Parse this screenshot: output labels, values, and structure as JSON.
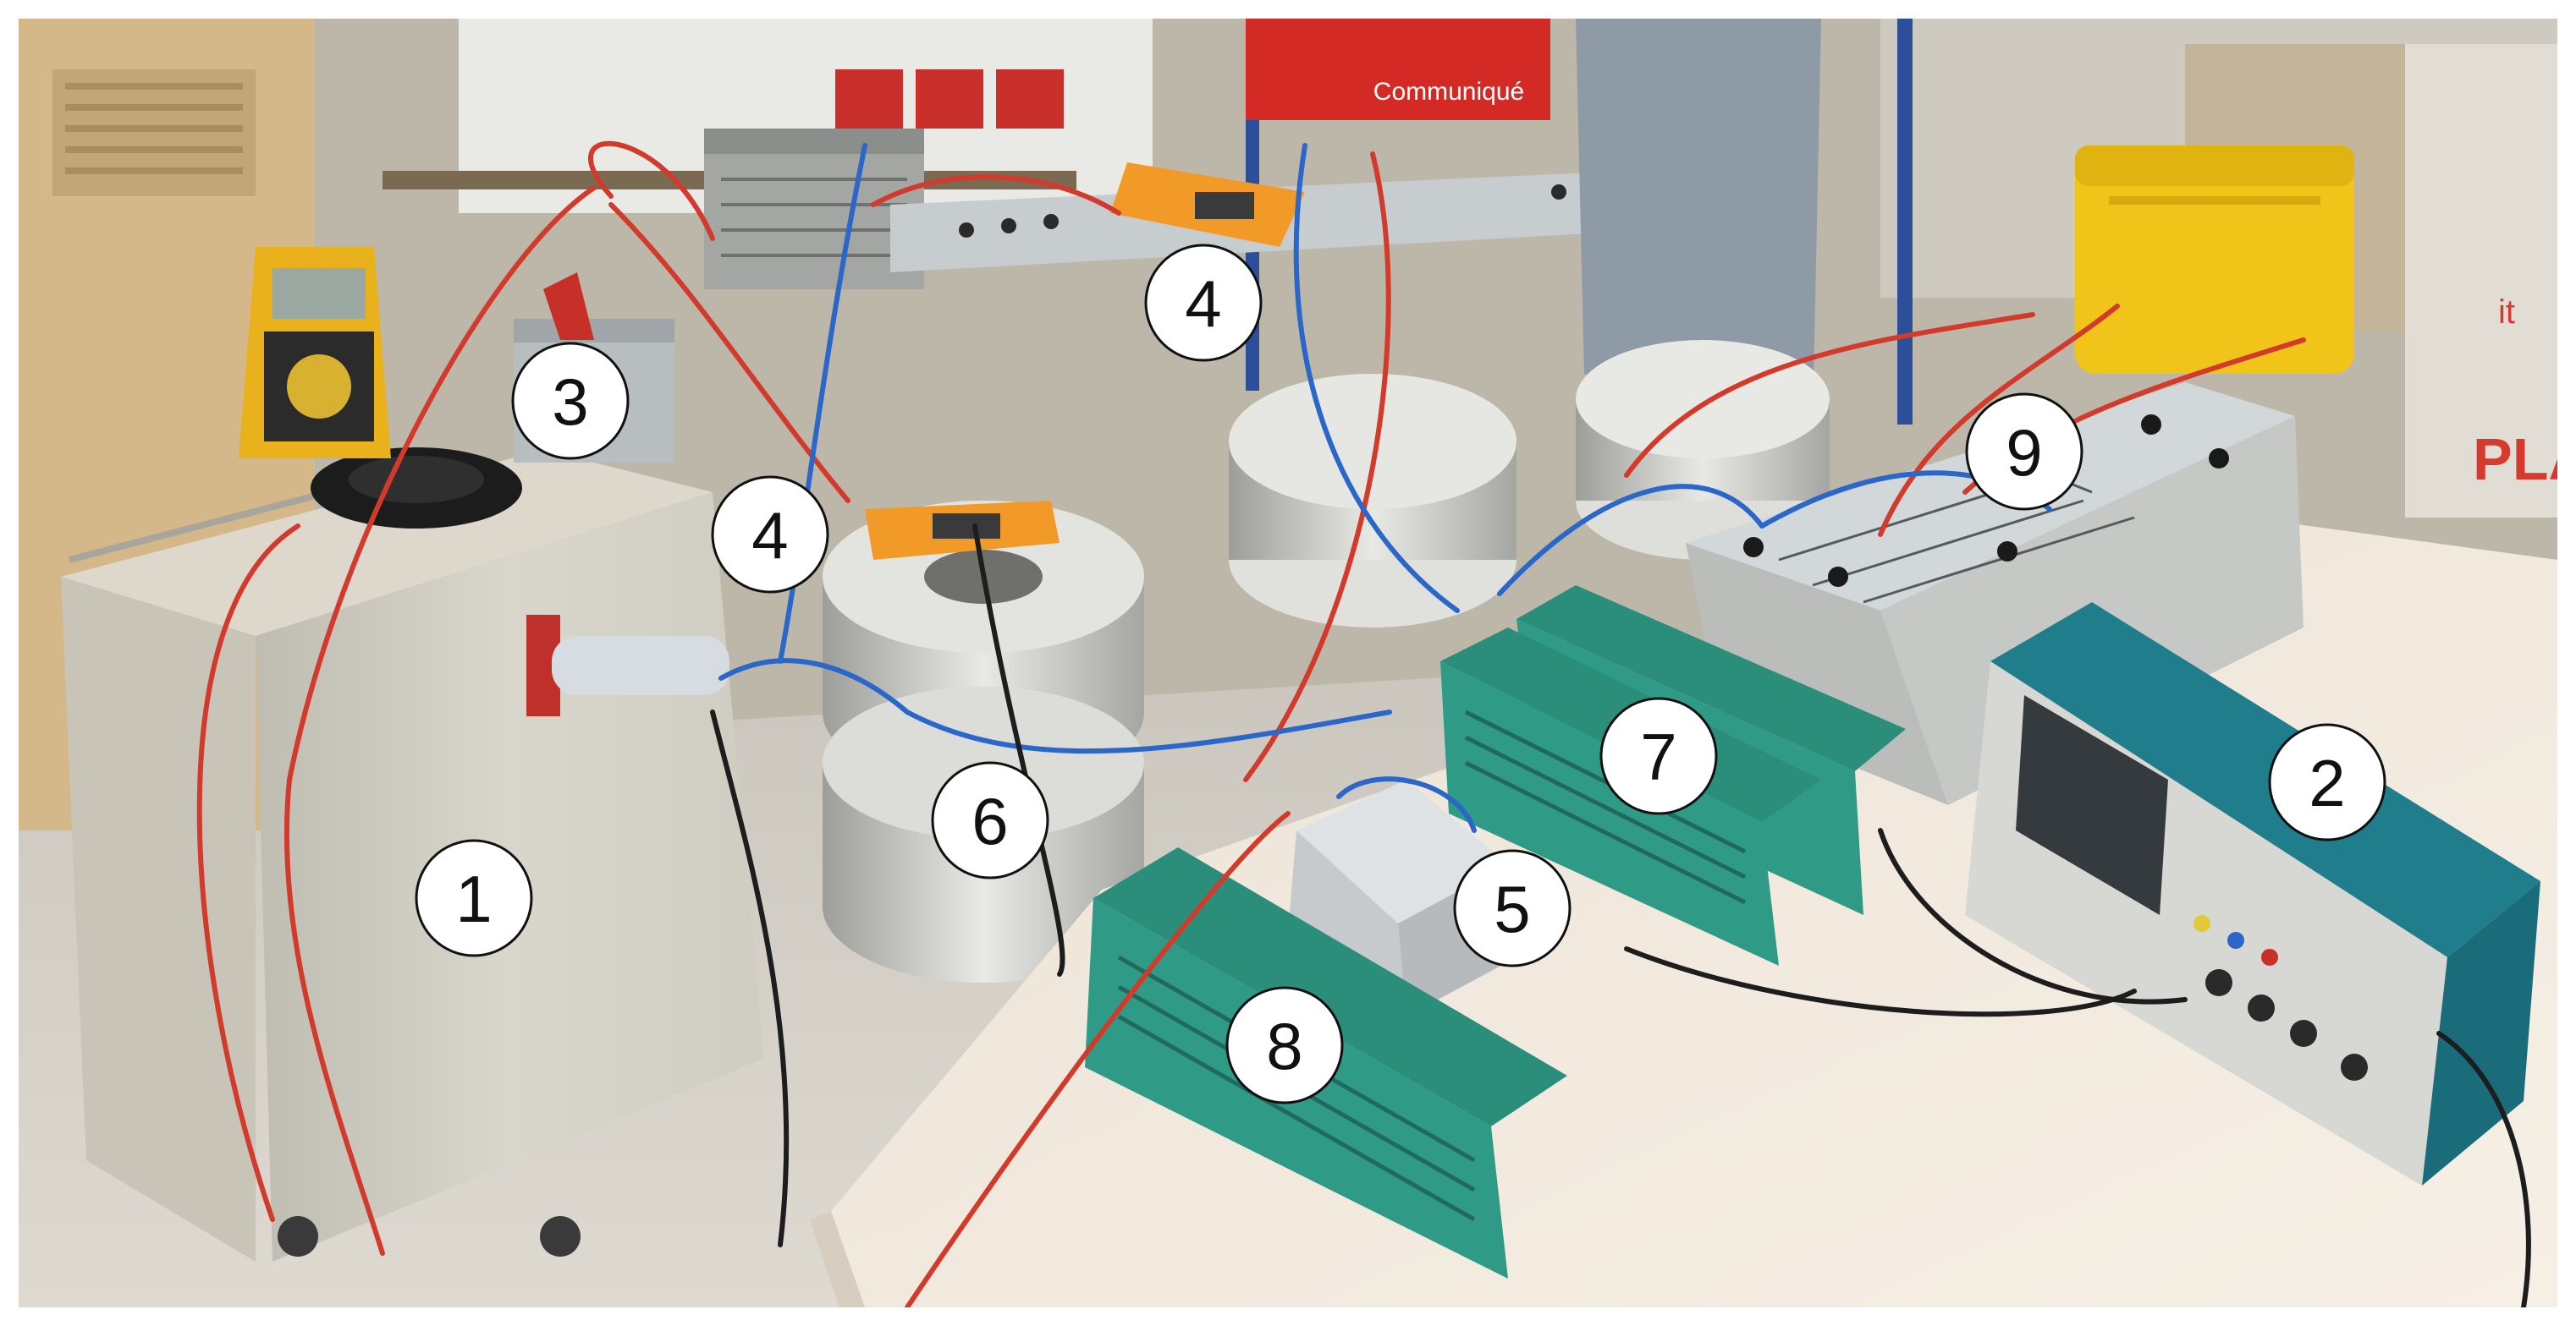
{
  "photo": {
    "subject": "laboratory test bench with numbered equipment",
    "markers": [
      {
        "id": "marker-1",
        "label": "1"
      },
      {
        "id": "marker-2",
        "label": "2"
      },
      {
        "id": "marker-3",
        "label": "3"
      },
      {
        "id": "marker-4a",
        "label": "4"
      },
      {
        "id": "marker-4b",
        "label": "4"
      },
      {
        "id": "marker-5",
        "label": "5"
      },
      {
        "id": "marker-6",
        "label": "6"
      },
      {
        "id": "marker-7",
        "label": "7"
      },
      {
        "id": "marker-8",
        "label": "8"
      },
      {
        "id": "marker-9",
        "label": "9"
      }
    ],
    "background_text": {
      "sign": "Communiqué",
      "box_fragment": "PLA",
      "box_fragment_small": "it"
    },
    "colors": {
      "marker_fill": "#ffffff",
      "marker_stroke": "#111111",
      "cable_red": "#d23a2c",
      "cable_blue": "#2a67c9",
      "rheostat_teal": "#2f9a86",
      "scope_teal": "#1f7d8c",
      "case_yellow": "#f0c419"
    }
  }
}
